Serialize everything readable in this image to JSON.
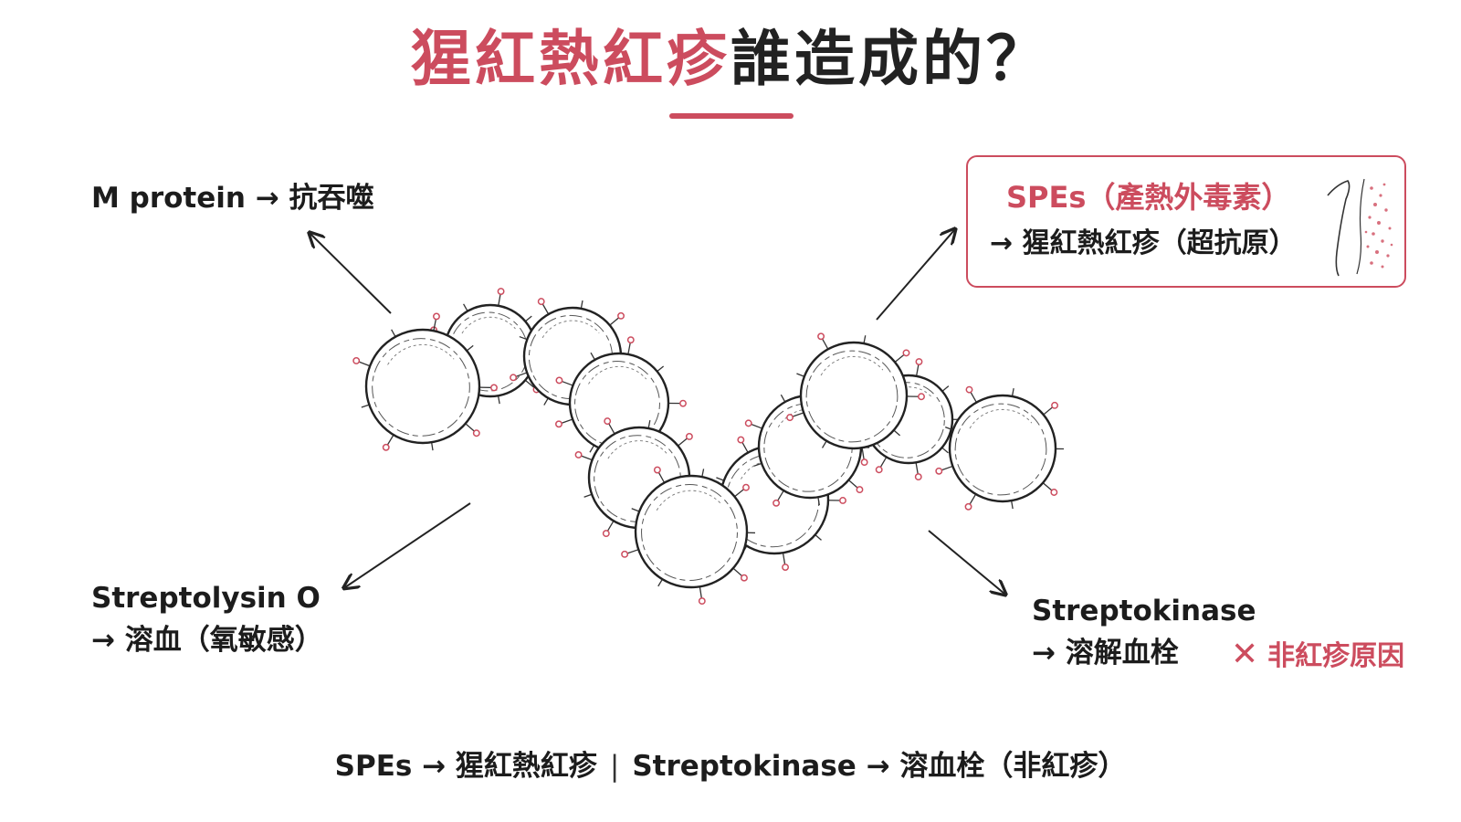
{
  "title": {
    "accent_text": "猩紅熱紅疹",
    "rest_text": "誰造成的？"
  },
  "labels": {
    "m_protein": "M protein → 抗吞噬",
    "streptolysin_line1": "Streptolysin O",
    "streptolysin_line2": "→ 溶血（氧敏感）",
    "streptokinase_line1": "Streptokinase",
    "streptokinase_line2": "→ 溶解血栓"
  },
  "spes_box": {
    "title": "SPEs（產熱外毒素）",
    "subtitle": "→ 猩紅熱紅疹（超抗原）"
  },
  "not_cause": {
    "mark": "✕",
    "text": "非紅疹原因"
  },
  "summary": {
    "part1": "SPEs → 猩紅熱紅疹",
    "separator": "|",
    "part2": "Streptokinase → 溶血栓（非紅疹）"
  },
  "icons": {
    "bacteria_chain": "streptococcus-chain-icon",
    "rash_sketch": "skin-rash-icon",
    "cross": "cross-mark-icon"
  },
  "colors": {
    "accent": "#cc4c5e",
    "text": "#1c1c1c",
    "line": "#222222"
  }
}
